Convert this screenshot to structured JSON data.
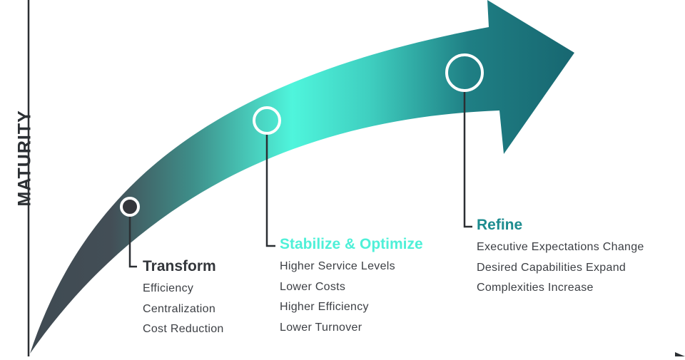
{
  "axis": {
    "y_label": "MATURITY"
  },
  "colors": {
    "arrow_dark": "#3f4a52",
    "arrow_mid": "#4ff5dc",
    "arrow_end": "#186b72",
    "axis_line": "#2b2f33",
    "transform_title": "#33363b",
    "stabilize_title": "#4ff0d8",
    "refine_title": "#1d8c8f",
    "body_text": "#3c3f44"
  },
  "stages": [
    {
      "id": "transform",
      "title": "Transform",
      "marker": "filled-circle",
      "items": [
        "Efficiency",
        "Centralization",
        "Cost Reduction"
      ]
    },
    {
      "id": "stabilize",
      "title": "Stabilize & Optimize",
      "marker": "hollow-circle",
      "items": [
        "Higher Service Levels",
        "Lower Costs",
        "Higher Efficiency",
        "Lower Turnover"
      ]
    },
    {
      "id": "refine",
      "title": "Refine",
      "marker": "hollow-circle",
      "items": [
        "Executive Expectations Change",
        "Desired Capabilities Expand",
        "Complexities Increase"
      ]
    }
  ]
}
